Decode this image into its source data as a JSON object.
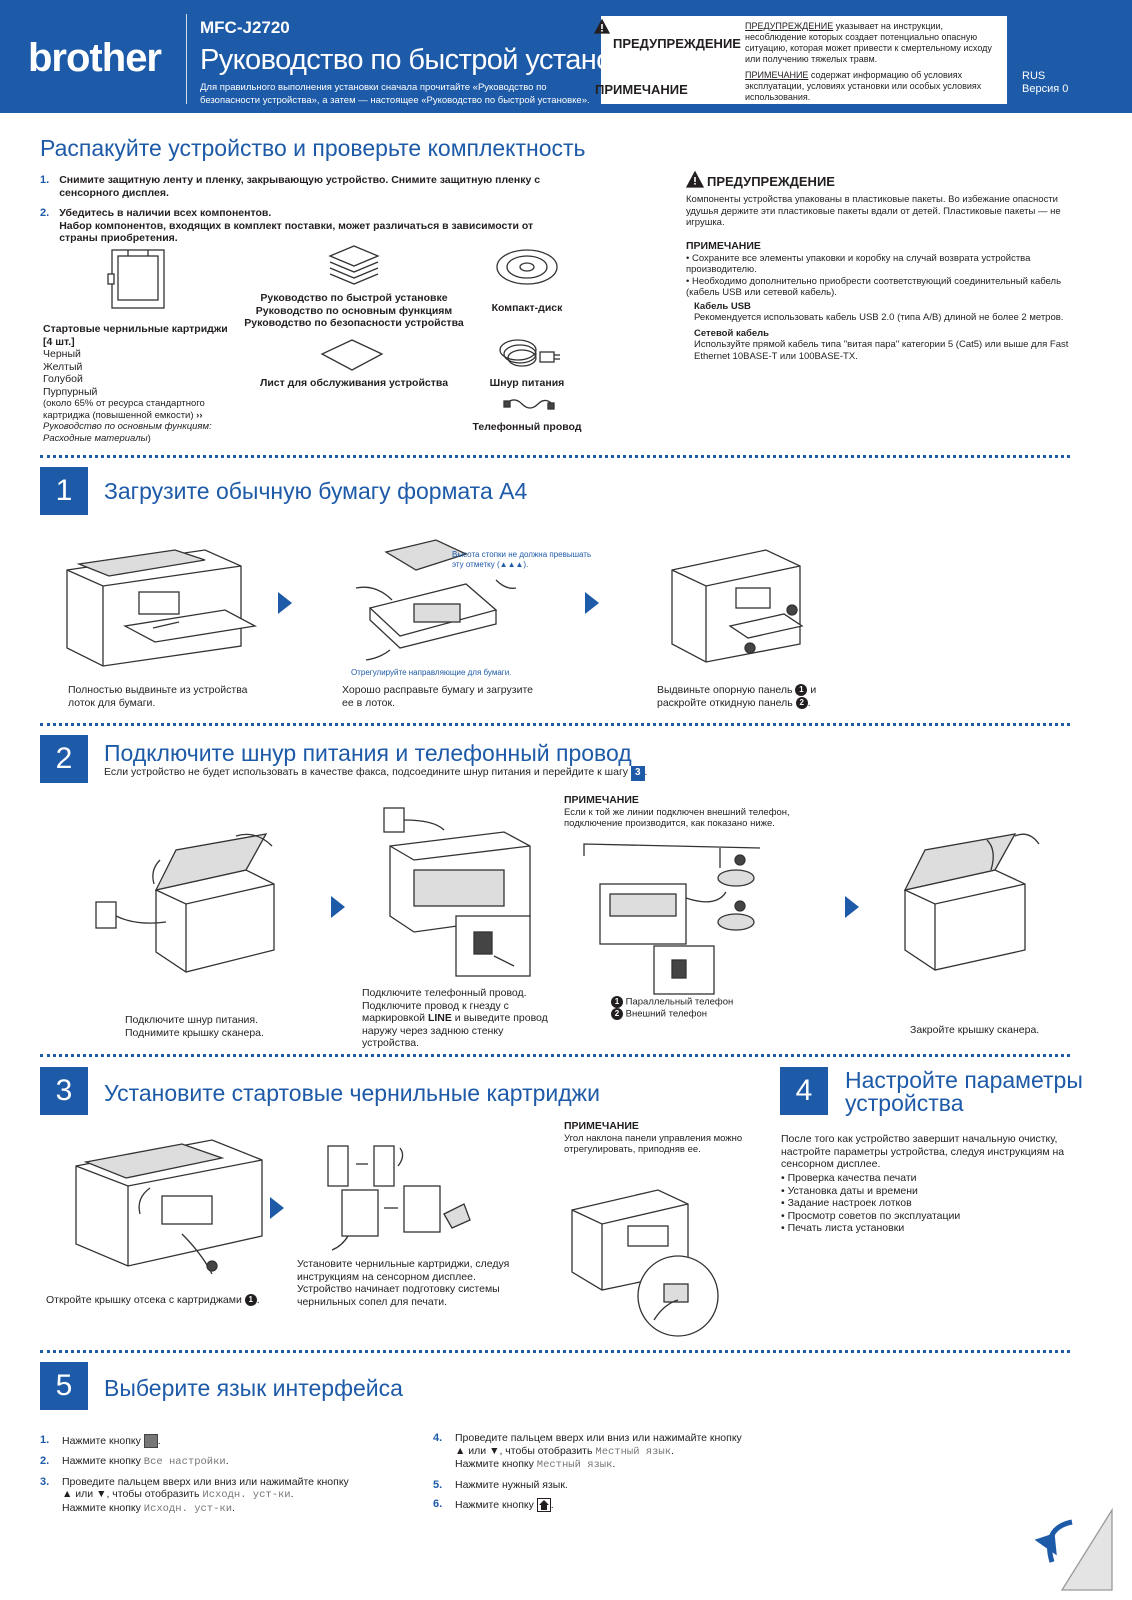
{
  "header": {
    "brand": "brother",
    "model": "MFC-J2720",
    "title": "Руководство по быстрой установке",
    "note": "Для правильного выполнения установки сначала прочитайте «Руководство по безопасности устройства», а затем — настоящее «Руководство по быстрой установке».",
    "warning_label": "ПРЕДУПРЕЖДЕНИЕ",
    "warning_underlined": "ПРЕДУПРЕЖДЕНИЕ",
    "warning_text": " указывает на инструкции, несоблюдение которых создает потенциально опасную ситуацию, которая может привести к смертельному исходу или получению тяжелых травм.",
    "note_label": "ПРИМЕЧАНИЕ",
    "note_underlined": "ПРИМЕЧАНИЕ",
    "note_text": " содержат информацию об условиях эксплуатации, условиях установки или особых условиях использования.",
    "lang": "RUS",
    "version": "Версия 0"
  },
  "unpack": {
    "title": "Распакуйте устройство и проверьте комплектность",
    "steps": [
      {
        "num": "1.",
        "text": "Снимите защитную ленту и пленку, закрывающую устройство. Снимите защитную пленку с сенсорного дисплея."
      },
      {
        "num": "2.",
        "text": "Убедитесь в наличии всех компонентов.",
        "text2": "Набор компонентов, входящих в комплект поставки, может различаться в зависимости от страны приобретения."
      }
    ],
    "cartridges_title": "Стартовые чернильные картриджи",
    "cartridges_count": "[4 шт.]",
    "colors": [
      "Черный",
      "Желтый",
      "Голубой",
      "Пурпурный"
    ],
    "cartridges_note": "(около 65% от ресурса стандартного картриджа (повышенной емкости)",
    "cartridges_ref": "Руководство по основным функциям: Расходные материалы",
    "cartridges_ref_end": ")",
    "guides": [
      "Руководство по быстрой установке",
      "Руководство по основным функциям",
      "Руководство по безопасности устройства"
    ],
    "cd": "Компакт-диск",
    "service_sheet": "Лист для обслуживания устройства",
    "power_cord": "Шнур питания",
    "phone_cord": "Телефонный провод",
    "warning_title": "ПРЕДУПРЕЖДЕНИЕ",
    "warning_text": "Компоненты устройства упакованы в пластиковые пакеты. Во избежание опасности удушья держите эти пластиковые пакеты вдали от детей. Пластиковые пакеты — не игрушка.",
    "note_title": "ПРИМЕЧАНИЕ",
    "note_items": [
      "Сохраните все элементы упаковки и коробку на случай возврата устройства производителю.",
      "Необходимо дополнительно приобрести соответствующий соединительный кабель (кабель USB или сетевой кабель)."
    ],
    "usb_title": "Кабель USB",
    "usb_text": "Рекомендуется использовать кабель USB 2.0 (типа A/B) длиной не более 2 метров.",
    "lan_title": "Сетевой кабель",
    "lan_text": "Используйте прямой кабель типа \"витая пара\" категории 5 (Cat5) или выше для Fast Ethernet 10BASE-T или 100BASE-TX."
  },
  "step1": {
    "num": "1",
    "title": "Загрузите обычную бумагу формата A4",
    "cap1": "Полностью выдвиньте из устройства лоток для бумаги.",
    "cap2": "Хорошо расправьте бумагу и загрузите ее в лоток.",
    "cap3a": "Выдвиньте опорную панель ",
    "cap3b": " и раскройте откидную панель ",
    "cap3c": ".",
    "callout_top": "Высота стопки не должна превышать эту отметку (▲▲▲).",
    "callout_bottom": "Отрегулируйте направляющие для бумаги."
  },
  "step2": {
    "num": "2",
    "title": "Подключите шнур питания и телефонный провод",
    "subtitle_a": "Если устройство не будет использовать в качестве факса, подсоедините шнур питания и перейдите к шагу ",
    "subtitle_step": "3",
    "subtitle_b": ".",
    "cap1": "Подключите шнур питания. Поднимите крышку сканера.",
    "cap2a": "Подключите телефонный провод. Подключите провод к гнезду с маркировкой ",
    "cap2_line": "LINE",
    "cap2b": " и выведите провод наружу через заднюю стенку устройства.",
    "note_title": "ПРИМЕЧАНИЕ",
    "note_text": "Если к той же линии подключен внешний телефон, подключение производится, как показано ниже.",
    "legend1": "Параллельный телефон",
    "legend2": "Внешний телефон",
    "cap4": "Закройте крышку сканера."
  },
  "step3": {
    "num": "3",
    "title": "Установите стартовые чернильные картриджи",
    "cap1a": "Откройте крышку отсека с картриджами ",
    "cap1b": ".",
    "cap2": "Установите чернильные картриджи, следуя инструкциям на сенсорном дисплее. Устройство начинает подготовку системы чернильных сопел для печати.",
    "note_title": "ПРИМЕЧАНИЕ",
    "note_text": "Угол наклона панели управления можно отрегулировать, приподняв ее."
  },
  "step4": {
    "num": "4",
    "title_l1": "Настройте параметры",
    "title_l2": "устройства",
    "intro": "После того как устройство завершит начальную очистку, настройте параметры устройства, следуя инструкциям на сенсорном дисплее.",
    "items": [
      "Проверка качества печати",
      "Установка даты и времени",
      "Задание настроек лотков",
      "Просмотр советов по эксплуатации",
      "Печать листа установки"
    ]
  },
  "step5": {
    "num": "5",
    "title": "Выберите язык интерфейса",
    "items": [
      {
        "num": "1.",
        "a": "Нажмите кнопку ",
        "b": "."
      },
      {
        "num": "2.",
        "a": "Нажмите кнопку ",
        "mono": "Все настройки",
        "b": "."
      },
      {
        "num": "3.",
        "a": "Проведите пальцем вверх или вниз или нажимайте кнопку ▲ или ▼, чтобы отобразить ",
        "mono": "Исходн. уст-ки",
        "b": ".",
        "c": "Нажмите кнопку ",
        "mono2": "Исходн. уст-ки",
        "d": "."
      },
      {
        "num": "4.",
        "a": "Проведите пальцем вверх или вниз или нажимайте кнопку ▲ или ▼, чтобы отобразить ",
        "mono": "Местный язык",
        "b": ".",
        "c": "Нажмите кнопку ",
        "mono2": "Местный язык",
        "d": "."
      },
      {
        "num": "5.",
        "a": "Нажмите нужный язык."
      },
      {
        "num": "6.",
        "a": "Нажмите кнопку ",
        "b": "."
      }
    ]
  },
  "colors": {
    "brand_blue": "#1d5aa8"
  },
  "icons": [
    "warning-icon",
    "arrow-right-icon",
    "printer-icon",
    "cartridge-icon",
    "cd-icon",
    "cord-icon",
    "page-turn-icon",
    "menu-key-icon",
    "home-key-icon"
  ]
}
